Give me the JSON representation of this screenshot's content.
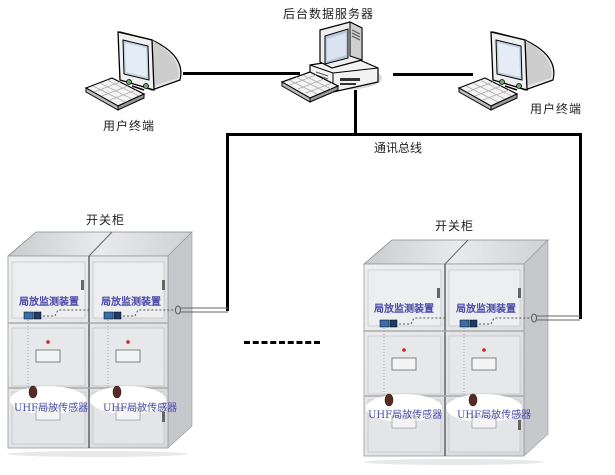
{
  "server": {
    "label": "后台数据服务器",
    "icon": "server-computer-icon"
  },
  "terminals": [
    {
      "label": "用户终端",
      "icon": "desktop-computer-icon",
      "position": "left"
    },
    {
      "label": "用户终端",
      "icon": "desktop-computer-icon",
      "position": "right"
    }
  ],
  "bus": {
    "label": "通讯总线"
  },
  "cabinet_groups": [
    {
      "label": "开关柜",
      "position": "left",
      "units": [
        {
          "monitor_label": "局放监测装置",
          "sensor_label": "UHF局放传感器"
        },
        {
          "monitor_label": "局放监测装置",
          "sensor_label": "UHF局放传感器"
        }
      ]
    },
    {
      "label": "开关柜",
      "position": "right",
      "units": [
        {
          "monitor_label": "局放监测装置",
          "sensor_label": "UHF局放传感器"
        },
        {
          "monitor_label": "局放监测装置",
          "sensor_label": "UHF局放传感器"
        }
      ]
    }
  ],
  "ellipsis": "---------",
  "colors": {
    "line": "#000000",
    "label_blue": "#4a4aa8",
    "indicator_red": "#cc2222",
    "cabinet": "#e4e6e8"
  }
}
